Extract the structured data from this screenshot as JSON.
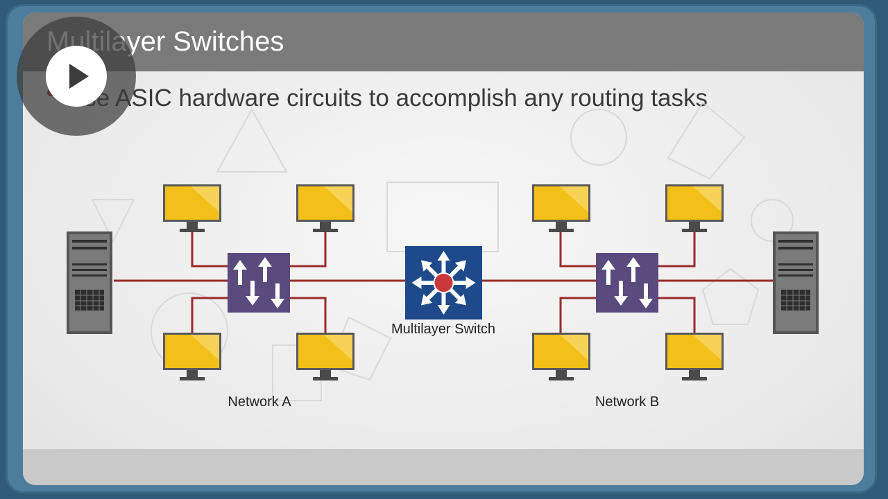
{
  "slide": {
    "title": "Multilayer Switches",
    "bullet": "Use ASIC hardware circuits to accomplish any routing tasks"
  },
  "diagram": {
    "center_label": "Multilayer Switch",
    "network_a_label": "Network A",
    "network_b_label": "Network B"
  },
  "player": {
    "control": "play-icon"
  },
  "colors": {
    "frame": "#2f5a78",
    "title_bar": "#7a7a7a",
    "link_line": "#9b2a2a",
    "monitor_screen": "#f2c019",
    "switch_body": "#5b4a7e",
    "multilayer_body": "#1e4a8c",
    "server_body": "#5f5f5f"
  }
}
